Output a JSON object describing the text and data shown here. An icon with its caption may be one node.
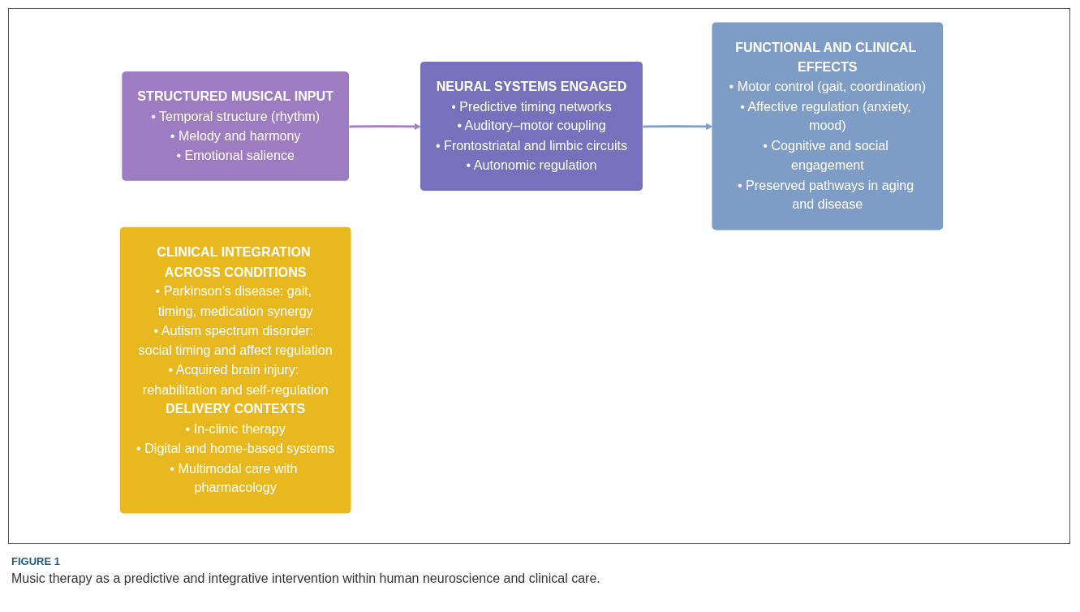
{
  "diagram": {
    "caption": "Music therapy as a predictive and integrative intervention within human neuroscience and clinical care.",
    "nodes": [
      {
        "text": [
          "STRUCTURED MUSICAL INPUT",
          "• Temporal structure (rhythm)",
          "• Melody and harmony",
          "• Emotional salience"
        ]
      },
      {
        "text": [
          "NEURAL SYSTEMS ENGAGED",
          "• Predictive timing networks",
          "• Auditory–motor coupling",
          "• Frontostriatal and limbic circuits",
          "• Autonomic regulation"
        ]
      },
      {
        "text": [
          "FUNCTIONAL AND CLINICAL EFFECTS",
          "• Motor control (gait, coordination)",
          "• Affective regulation (anxiety, mood)",
          "• Cognitive and social engagement",
          "• Preserved pathways in aging and disease"
        ]
      },
      {
        "text": [
          "CLINICAL INTEGRATION ACROSS CONDITIONS",
          "• Parkinson’s disease: gait, timing, medication synergy",
          "• Autism spectrum disorder: social timing and affect regulation",
          "• Acquired brain injury: rehabilitation and self-regulation",
          "DELIVERY CONTEXTS",
          "• In-clinic therapy",
          "• Digital and home-based systems",
          "• Multimodal care with pharmacology"
        ]
      }
    ],
    "edges": [
      {
        "from": 0,
        "to": 1,
        "arrow": "to",
        "color": "#a57fc4"
      },
      {
        "from": 1,
        "to": 2,
        "arrow": "to",
        "color": "#7f9fc8"
      }
    ],
    "labels": [
      "FIGURE 1"
    ]
  }
}
